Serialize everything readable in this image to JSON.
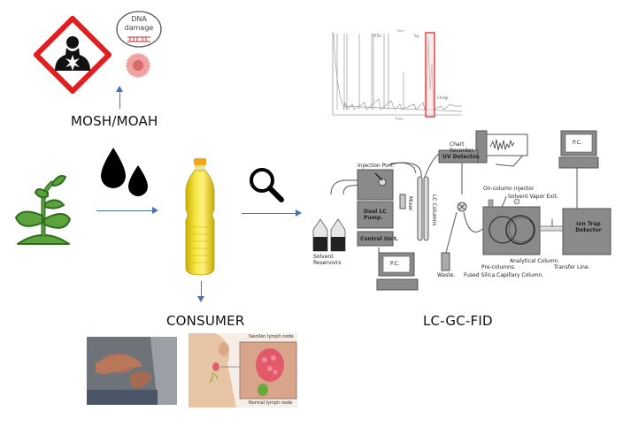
{
  "labels": {
    "mosh_moah": "MOSH/MOAH",
    "consumer": "CONSUMER",
    "lc_gc_fid": "LC-GC-FID"
  },
  "hazard": {
    "dna_bubble_line1": "DNA",
    "dna_bubble_line2": "damage"
  },
  "chromatogram": {
    "peak_label_sts": "STDs",
    "peak_label_right": "Sq",
    "peak_label_small": "Cholgl",
    "x_axis_label": "Time",
    "highlight_color": "#e23a3a"
  },
  "instrument": {
    "chart_recorder": "Chart Recorder.",
    "injection_port": "Injection Port.",
    "mixer": "Mixer",
    "dual_lc_pump": "Dual LC Pump.",
    "control_unit": "Control Unit.",
    "solvent_reservoirs": "Solvent Reservoirs",
    "pc_left": "P.C.",
    "lc_columns": "LC Columns",
    "uv_detector": "UV Detector.",
    "waste": "Waste.",
    "on_column_injector": "On-column injector",
    "solvent_vapor_exit": "Solvent Vapor Exit.",
    "pre_columns": "Pre-columns.",
    "analytical_column": "Analytical Column.",
    "transfer_line": "Transfer Line.",
    "fused_silica": "Fused Silica Capillary Column.",
    "ion_trap_detector": "Ion Trap Detector",
    "pc_right": "P.C."
  },
  "lymph": {
    "swollen": "Swollen lymph node",
    "normal": "Normal lymph node"
  },
  "colors": {
    "arrow": "#4a72b4",
    "plant": "#5aa43b",
    "oil": "#e8d21a",
    "hazard_red": "#e02020"
  }
}
